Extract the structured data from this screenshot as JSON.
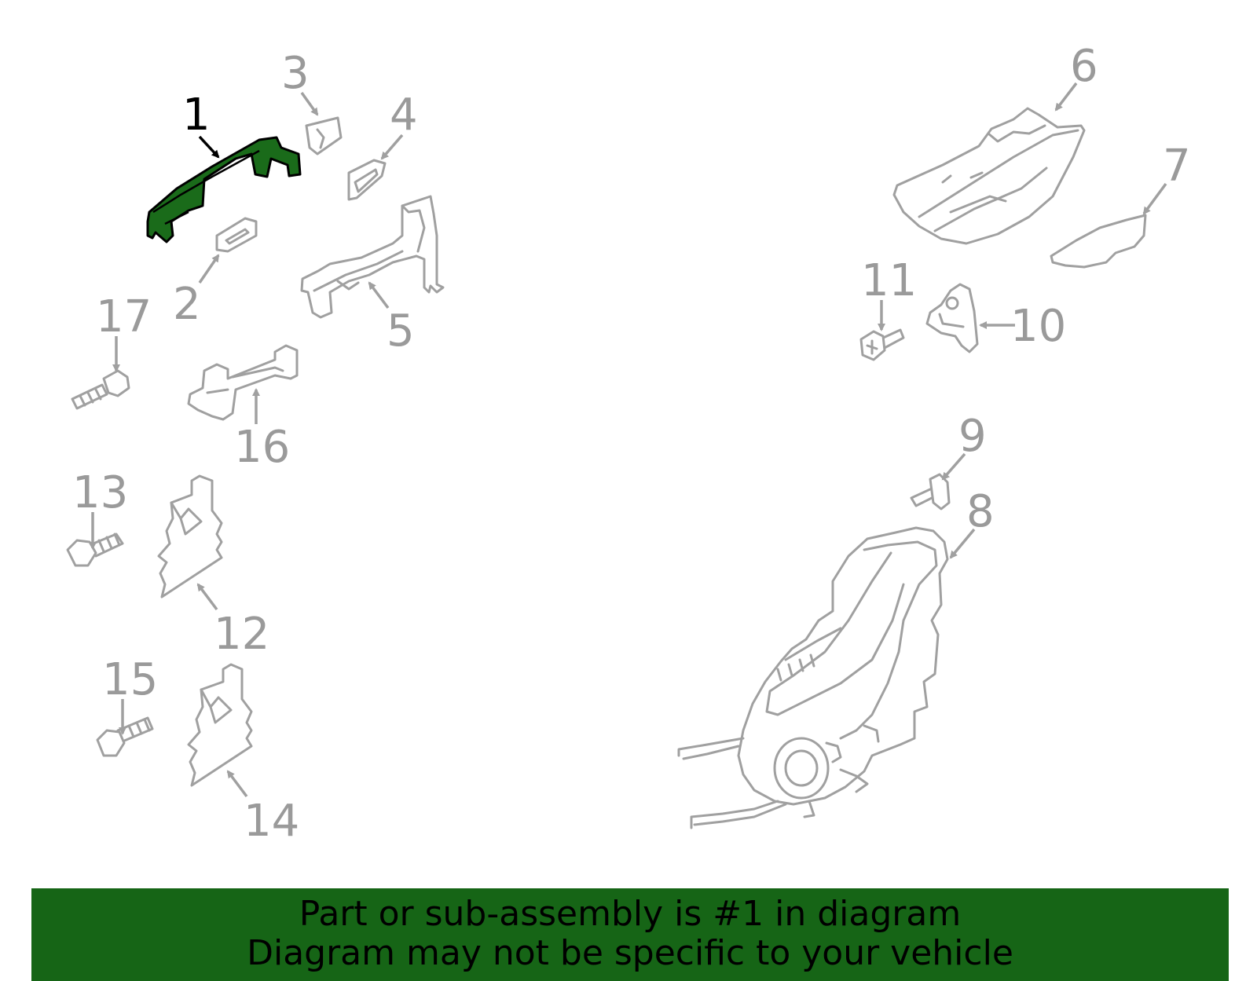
{
  "callouts": {
    "c1": "1",
    "c2": "2",
    "c3": "3",
    "c4": "4",
    "c5": "5",
    "c6": "6",
    "c7": "7",
    "c8": "8",
    "c9": "9",
    "c10": "10",
    "c11": "11",
    "c12": "12",
    "c13": "13",
    "c14": "14",
    "c15": "15",
    "c16": "16",
    "c17": "17"
  },
  "highlight_color": "#166516",
  "banner": {
    "line1": "Part or sub-assembly is #1 in diagram",
    "line2": "Diagram may not be specific to your vehicle"
  }
}
